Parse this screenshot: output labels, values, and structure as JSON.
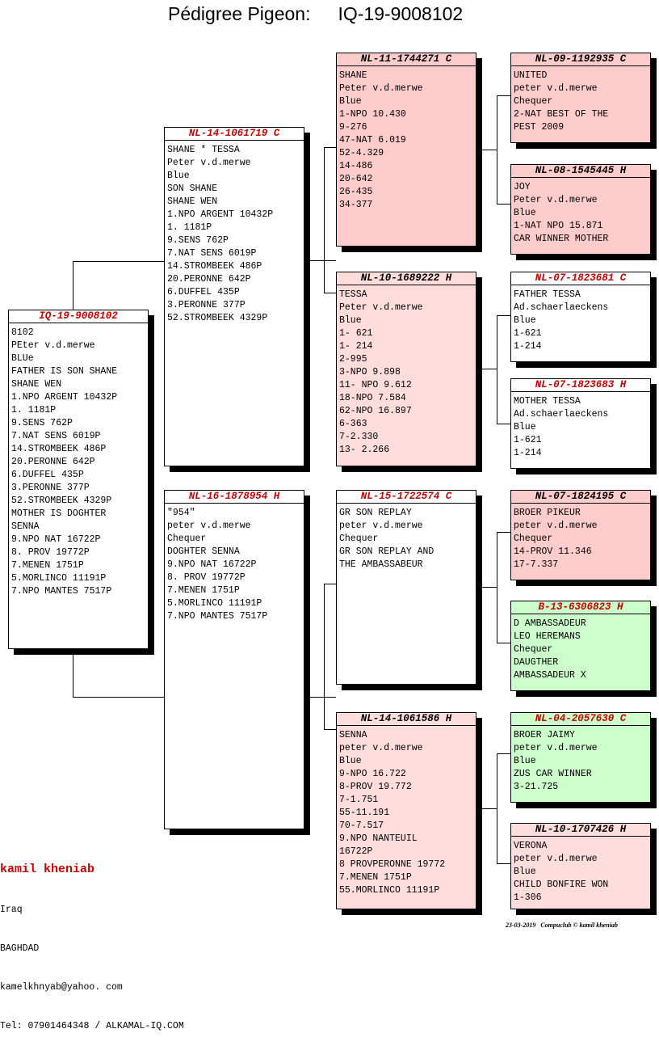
{
  "title": {
    "label": "Pédigree Pigeon:",
    "ring": "IQ-19-9008102"
  },
  "pigeons": {
    "p0": {
      "ring": "IQ-19-9008102",
      "lines": [
        "8102",
        "PEter v.d.merwe",
        "BLUe",
        "FATHER IS SON SHANE",
        "SHANE WEN",
        "1.NPO ARGENT 10432P",
        "1. 1181P",
        "9.SENS 762P",
        "7.NAT SENS 6019P",
        "14.STROMBEEK 486P",
        "20.PERONNE 642P",
        "6.DUFFEL 435P",
        "3.PERONNE 377P",
        "52.STROMBEEK 4329P",
        "MOTHER IS DOGHTER",
        "SENNA",
        "9.NPO NAT 16722P",
        "8. PROV 19772P",
        "7.MENEN 1751P",
        "5.MORLINCO 11191P",
        "7.NPO MANTES 7517P"
      ]
    },
    "p1": {
      "ring": "NL-14-1061719 C",
      "lines": [
        "SHANE * TESSA",
        "Peter v.d.merwe",
        "Blue",
        "SON SHANE",
        "SHANE WEN",
        "1.NPO ARGENT 10432P",
        "1. 1181P",
        "9.SENS 762P",
        "7.NAT SENS 6019P",
        "14.STROMBEEK 486P",
        "20.PERONNE 642P",
        "6.DUFFEL 435P",
        "3.PERONNE 377P",
        "52.STROMBEEK 4329P"
      ]
    },
    "p2": {
      "ring": "NL-16-1878954 H",
      "lines": [
        "\"954\"",
        "peter v.d.merwe",
        "Chequer",
        "DOGHTER SENNA",
        "9.NPO NAT 16722P",
        "8. PROV 19772P",
        "7.MENEN 1751P",
        "5.MORLINCO 11191P",
        "7.NPO MANTES 7517P"
      ]
    },
    "p3": {
      "ring": "NL-11-1744271 C",
      "lines": [
        "SHANE",
        "Peter v.d.merwe",
        "Blue",
        "1-NPO 10.430",
        "9-276",
        "47-NAT 6.019",
        "52-4.329",
        "14-486",
        "20-642",
        "26-435",
        "34-377"
      ]
    },
    "p4": {
      "ring": "NL-10-1689222 H",
      "lines": [
        "TESSA",
        "Peter v.d.merwe",
        "Blue",
        "1- 621",
        "1- 214",
        "2-995",
        "3-NPO 9.898",
        "11- NPO 9.612",
        "18-NPO 7.584",
        "62-NPO 16.897",
        "6-363",
        "7-2.330",
        "13- 2.266"
      ]
    },
    "p5": {
      "ring": "NL-15-1722574 C",
      "lines": [
        "GR SON REPLAY",
        "peter v.d.merwe",
        "Chequer",
        "GR SON REPLAY AND",
        "THE AMBASSABEUR"
      ]
    },
    "p6": {
      "ring": "NL-14-1061586 H",
      "lines": [
        "SENNA",
        "peter v.d.merwe",
        "Blue",
        "9-NPO 16.722",
        "8-PROV 19.772",
        "7-1.751",
        "55-11.191",
        "70-7.517",
        "9.NPO NANTEUIL",
        "16722P",
        "8 PROVPERONNE 19772",
        "7.MENEN 1751P",
        "55.MORLINCO 11191P"
      ]
    },
    "p7": {
      "ring": "NL-09-1192935 C",
      "lines": [
        "UNITED",
        "peter v.d.merwe",
        "Chequer",
        "2-NAT BEST OF THE",
        "PEST 2009"
      ]
    },
    "p8": {
      "ring": "NL-08-1545445 H",
      "lines": [
        "JOY",
        "Peter v.d.merwe",
        "Blue",
        "1-NAT NPO 15.871",
        "CAR WINNER MOTHER"
      ]
    },
    "p9": {
      "ring": "NL-07-1823681 C",
      "lines": [
        "FATHER TESSA",
        "Ad.schaerlaeckens",
        "Blue",
        "1-621",
        "1-214"
      ]
    },
    "p10": {
      "ring": "NL-07-1823683 H",
      "lines": [
        "MOTHER TESSA",
        "Ad.schaerlaeckens",
        "Blue",
        "1-621",
        "1-214"
      ]
    },
    "p11": {
      "ring": "NL-07-1824195 C",
      "lines": [
        "BROER PIKEUR",
        "peter v.d.merwe",
        "Chequer",
        "14-PROV 11.346",
        "17-7.337"
      ]
    },
    "p12": {
      "ring": "B-13-6306823 H",
      "lines": [
        "D AMBASSADEUR",
        "LEO HEREMANS",
        "Chequer",
        "DAUGTHER",
        "AMBASSADEUR X"
      ]
    },
    "p13": {
      "ring": "NL-04-2057630 C",
      "lines": [
        "BROER JAIMY",
        "peter v.d.merwe",
        "Blue",
        "ZUS CAR WINNER",
        "3-21.725"
      ]
    },
    "p14": {
      "ring": "NL-10-1707426 H",
      "lines": [
        "VERONA",
        "peter v.d.merwe",
        "Blue",
        "CHILD BONFIRE WON",
        "1-306"
      ]
    }
  },
  "owner": {
    "name": "kamil kheniab",
    "country": "Iraq",
    "city": "BAGHDAD",
    "email": "kamelkhnyab@yahoo. com",
    "tel": "Tel: 07901464348 / ALKAMAL-IQ.COM"
  },
  "footer": "23-03-2019   Compuclub © kamil kheniab",
  "colors": {
    "header_red": "#cc0000",
    "pink": "#ffcccc",
    "light_pink": "#ffdddd",
    "green": "#ccffcc"
  }
}
